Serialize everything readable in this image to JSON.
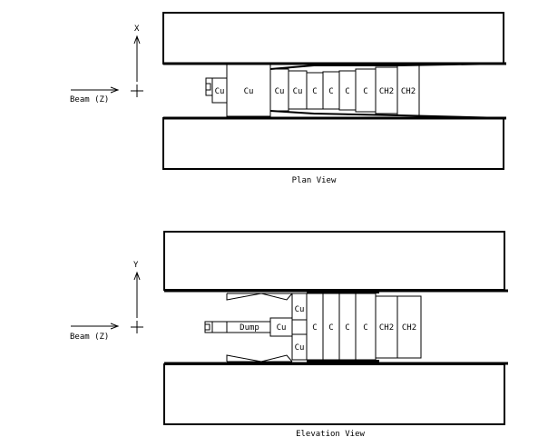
{
  "plan": {
    "caption": "Plan View",
    "axis_label": "X",
    "beam_label": "Beam (Z)",
    "blocks": [
      "Cu",
      "Cu",
      "Cu",
      "Cu",
      "C",
      "C",
      "C",
      "C",
      "CH2",
      "CH2"
    ]
  },
  "elevation": {
    "caption": "Elevation View",
    "axis_label": "Y",
    "beam_label": "Beam (Z)",
    "dump_label": "Dump",
    "cu_label": "Cu",
    "cu_top_label": "Cu",
    "cu_bottom_label": "Cu",
    "blocks": [
      "C",
      "C",
      "C",
      "C",
      "CH2",
      "CH2"
    ]
  },
  "colors": {
    "line": "#000000",
    "background": "#ffffff"
  }
}
